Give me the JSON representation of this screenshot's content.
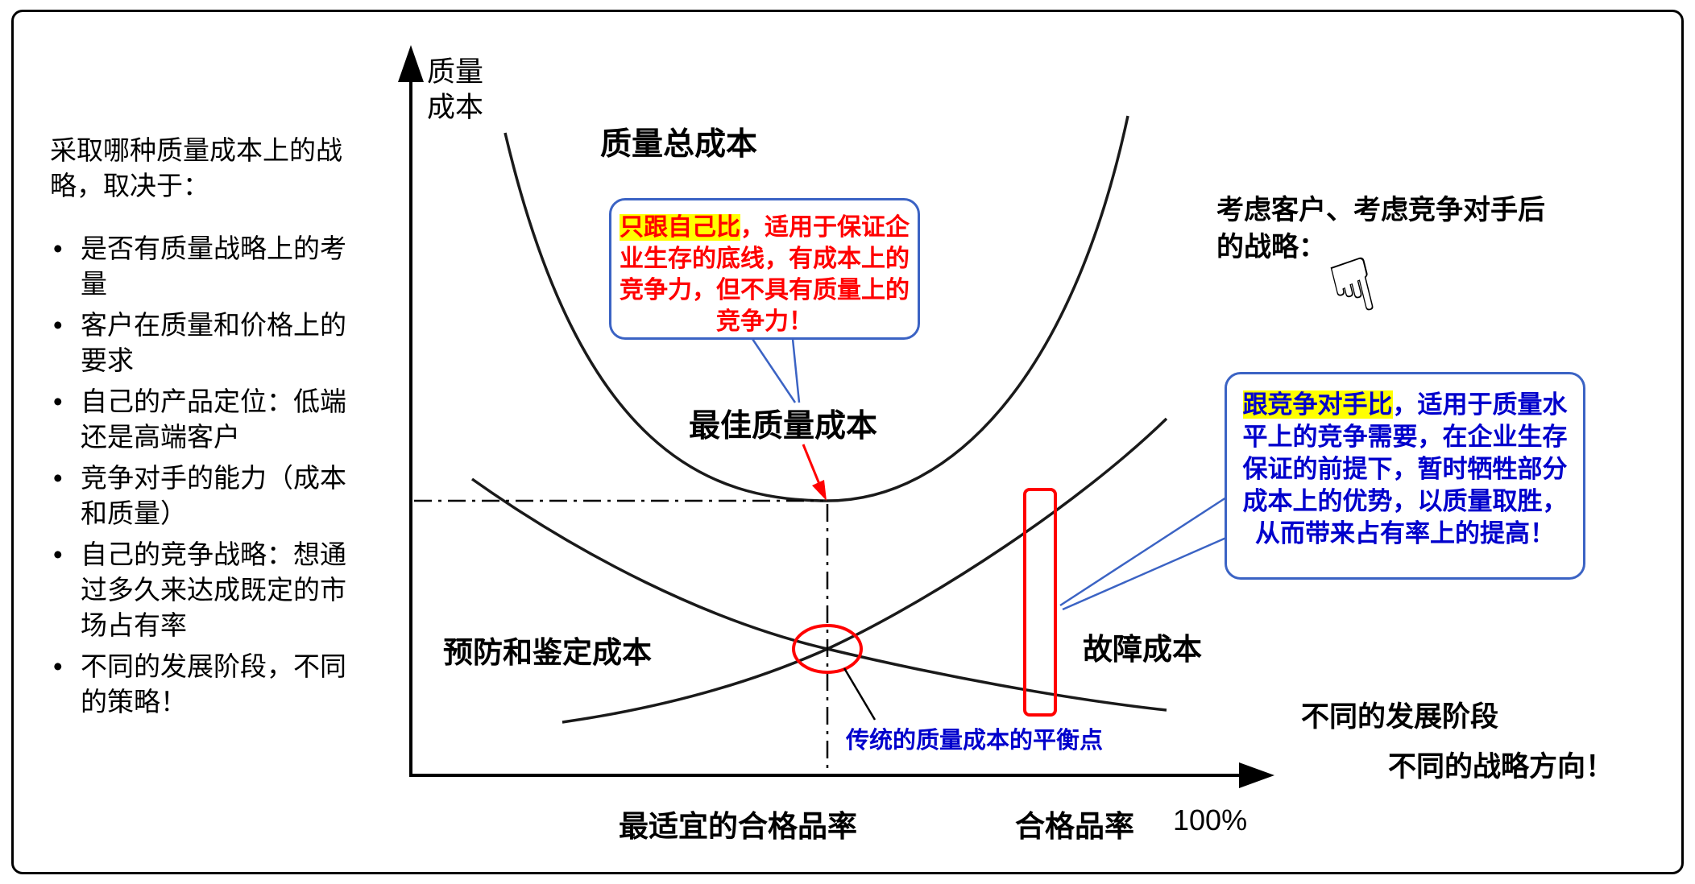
{
  "left_panel": {
    "bullet_glyph": "•",
    "title": "采取哪种质量成本上的战略，取决于：",
    "bullets": [
      "是否有质量战略上的考量",
      "客户在质量和价格上的要求",
      "自己的产品定位：低端还是高端客户",
      "竞争对手的能力（成本和质量）",
      "自己的竞争战略：想通过多久来达成既定的市场占有率",
      "不同的发展阶段，不同的策略！"
    ]
  },
  "chart": {
    "y_axis_lines": [
      "质量",
      "成本"
    ],
    "total_cost_label": "质量总成本",
    "optimal_cost_label": "最佳质量成本",
    "prevention_label": "预防和鉴定成本",
    "failure_label": "故障成本",
    "balance_label": "传统的质量成本的平衡点",
    "x_optimal_label": "最适宜的合格品率",
    "x_rate_label": "合格品率",
    "x_hundred_label": "100%"
  },
  "bubbles": {
    "self": {
      "highlight": "只跟自己比",
      "rest": "，适用于保证企业生存的底线，有成本上的竞争力，但不具有质量上的竞争力！"
    },
    "competitor": {
      "highlight": "跟竞争对手比",
      "rest": "，适用于质量水平上的竞争需要，在企业生存保证的前提下，暂时牺牲部分成本上的优势，以质量取胜，从而带来占有率上的提高！"
    }
  },
  "right_panel": {
    "title": "考虑客户、考虑竞争对手后的战略：",
    "hand_glyph": "☟",
    "stage_line1": "不同的发展阶段",
    "stage_line2": "不同的战略方向！"
  },
  "colors": {
    "annotation_red": "#ff0000",
    "annotation_blue": "#0000cc",
    "bubble_border": "#3b63c4",
    "highlight_yellow": "#ffff00"
  }
}
